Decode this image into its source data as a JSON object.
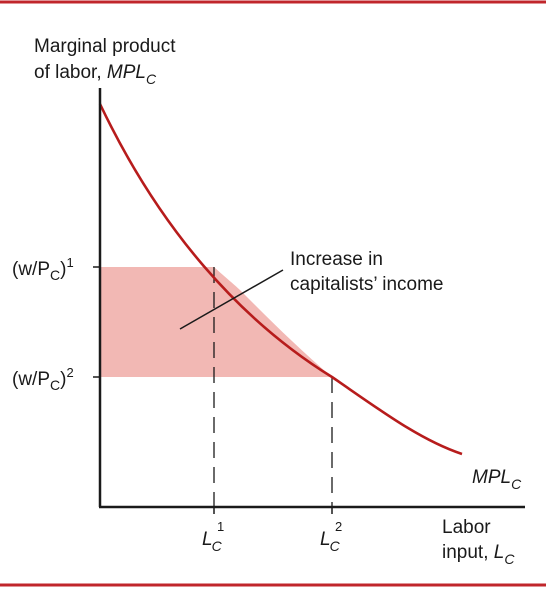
{
  "figure": {
    "y_axis_label": {
      "line1": "Marginal product",
      "line2_text": "of labor, ",
      "line2_symbol": "MPL",
      "line2_sub": "C"
    },
    "x_axis_label": {
      "line1": "Labor",
      "line2_text": "input, ",
      "line2_symbol": "L",
      "line2_sub": "C"
    },
    "wage_1": {
      "prefix": "(w/P",
      "sub": "C",
      "close": ")",
      "sup": "1"
    },
    "wage_2": {
      "prefix": "(w/P",
      "sub": "C",
      "close": ")",
      "sup": "2"
    },
    "labor_1": {
      "symbol": "L",
      "sub": "C",
      "sup": "1"
    },
    "labor_2": {
      "symbol": "L",
      "sub": "C",
      "sup": "2"
    },
    "curve_label": {
      "symbol": "MPL",
      "sub": "C"
    },
    "shaded_area_label": {
      "line1": "Increase in",
      "line2": "capitalists’ income"
    },
    "colors": {
      "frame": "#c0262b",
      "curve": "#b71c1c",
      "shade": "#f2b8b4",
      "axis": "#1a1a1a"
    }
  }
}
